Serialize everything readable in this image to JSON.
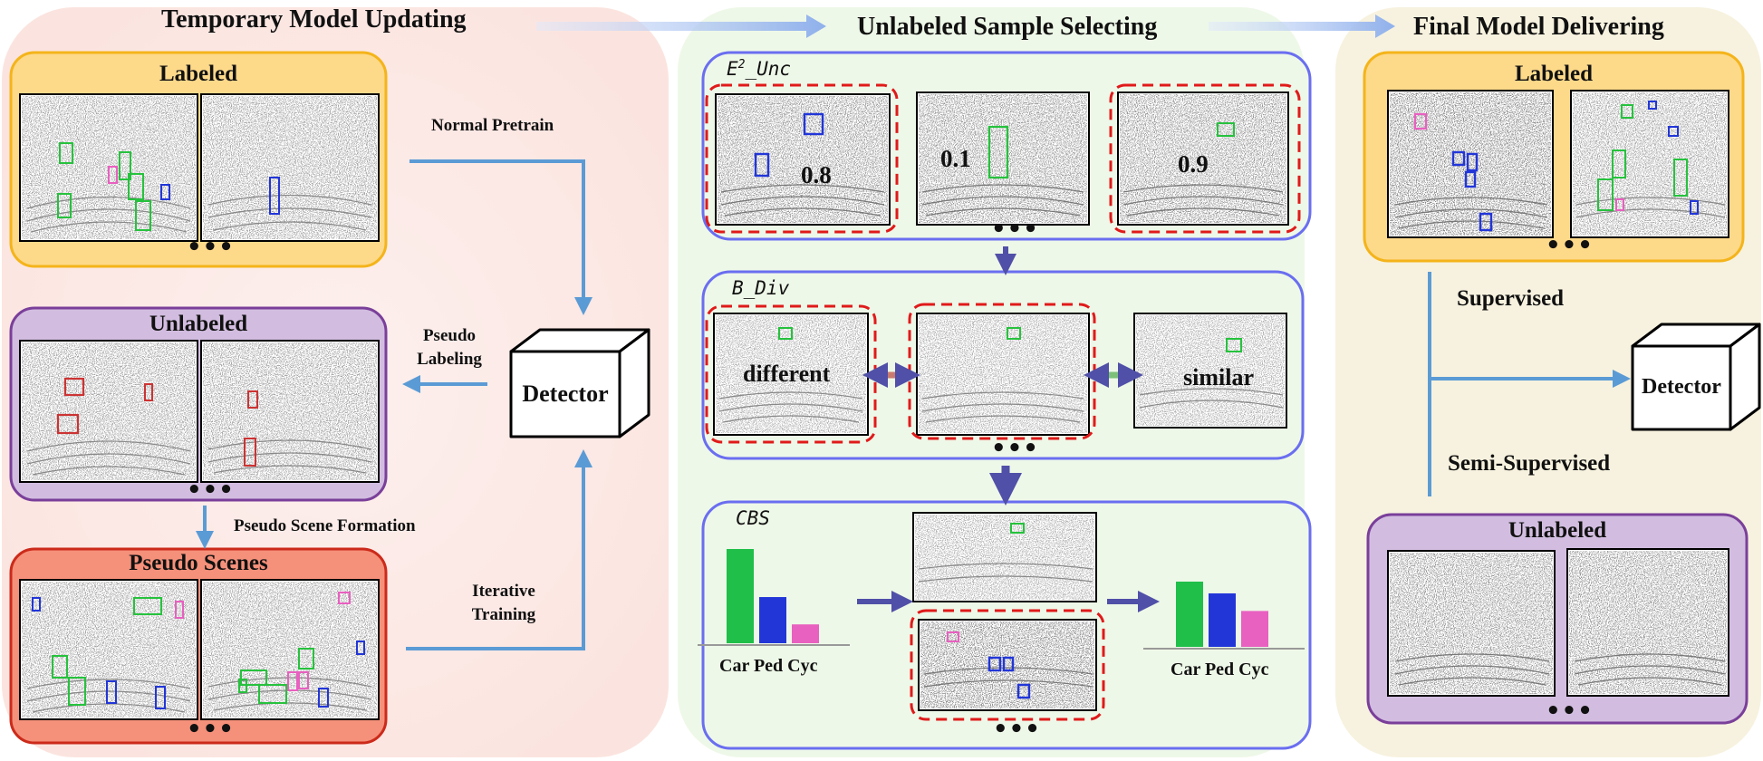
{
  "sections": {
    "temporary": "Temporary Model Updating",
    "selecting": "Unlabeled Sample Selecting",
    "final": "Final Model Delivering"
  },
  "left": {
    "labeled": "Labeled",
    "unlabeled": "Unlabeled",
    "pseudo_scenes": "Pseudo Scenes",
    "normal_pretrain": "Normal Pretrain",
    "pseudo_labeling_1": "Pseudo",
    "pseudo_labeling_2": "Labeling",
    "pseudo_scene_formation": "Pseudo Scene Formation",
    "iterative_1": "Iterative",
    "iterative_2": "Training",
    "detector": "Detector"
  },
  "middle": {
    "unc_base": "E",
    "unc_sup": "2",
    "unc_rest": "_Unc",
    "scores": [
      "0.8",
      "0.1",
      "0.9"
    ],
    "bdiv": "B_Div",
    "different": "different",
    "similar": "similar",
    "cbs": "CBS",
    "classes_left": "Car Ped Cyc",
    "classes_right": "Car Ped Cyc"
  },
  "right": {
    "labeled": "Labeled",
    "supervised": "Supervised",
    "semi_supervised": "Semi-Supervised",
    "detector": "Detector",
    "unlabeled": "Unlabeled"
  },
  "ellipsis": "•••",
  "colors": {
    "left_bg": "#fdf0ee",
    "mid_bg": "#eef8e8",
    "right_bg": "#f7f2df",
    "labeled": "#fdd98a",
    "labeled_border": "#f4b41a",
    "unlabeled": "#d2bde0",
    "unlabeled_border": "#7a3f9a",
    "pseudo": "#f5907a",
    "pseudo_border": "#cc2a1a",
    "blue_border": "#6a6ef0",
    "flow_arrow": "#5b9bd5",
    "down_arrow": "#5050a8",
    "car": "#1fbf4a",
    "ped": "#2236d8",
    "cyc": "#e860c0"
  },
  "chart_data": [
    {
      "type": "bar",
      "categories": [
        "Car",
        "Ped",
        "Cyc"
      ],
      "values": [
        1.0,
        0.49,
        0.2
      ]
    },
    {
      "type": "bar",
      "categories": [
        "Car",
        "Ped",
        "Cyc"
      ],
      "values": [
        1.0,
        0.82,
        0.55
      ]
    }
  ]
}
